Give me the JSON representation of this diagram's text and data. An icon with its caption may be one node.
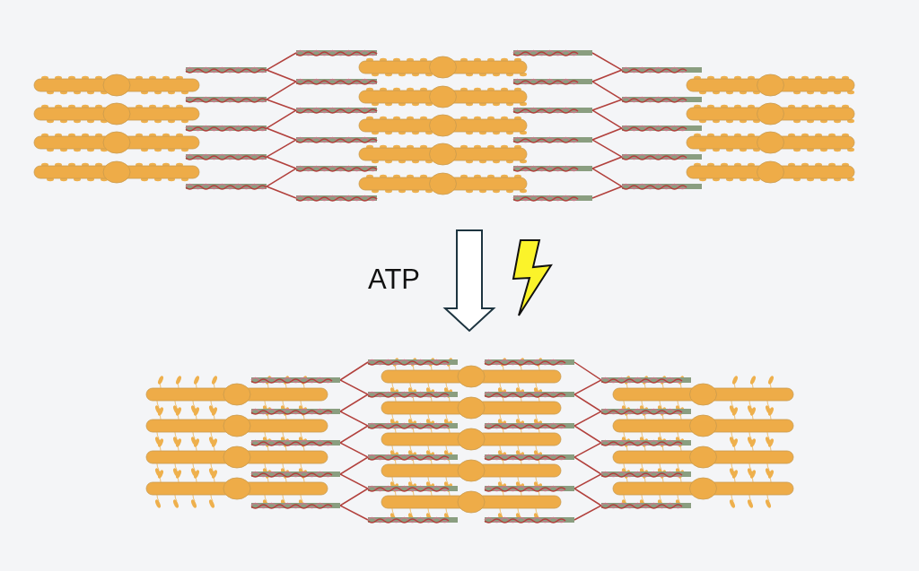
{
  "diagram": {
    "nodes": [
      {
        "text": [],
        "shape": "picture"
      },
      {
        "text": [],
        "shape": "picture"
      }
    ],
    "edges": [
      {
        "from": 0,
        "to": 1,
        "arrow": "to",
        "label": "ATP"
      }
    ]
  }
}
